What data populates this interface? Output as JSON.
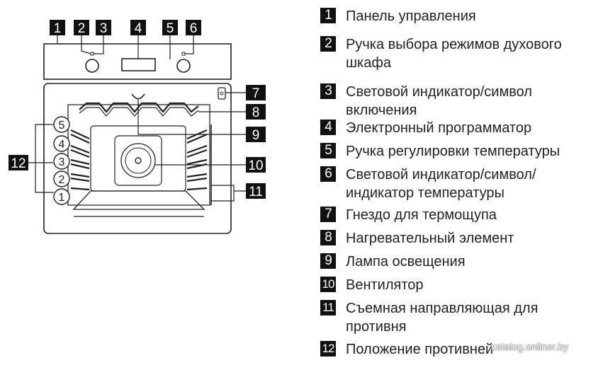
{
  "diagram": {
    "callouts": [
      "1",
      "2",
      "3",
      "4",
      "5",
      "6",
      "7",
      "8",
      "9",
      "10",
      "11",
      "12"
    ],
    "shelf_positions": [
      "5",
      "4",
      "3",
      "2",
      "1"
    ]
  },
  "legend": [
    {
      "num": "1",
      "text": "Панель управления"
    },
    {
      "num": "2",
      "text": "Ручка выбора режимов духового шкафа"
    },
    {
      "num": "3",
      "text": "Световой индикатор/символ включения"
    },
    {
      "num": "4",
      "text": "Электронный программатор"
    },
    {
      "num": "5",
      "text": "Ручка регулировки температуры"
    },
    {
      "num": "6",
      "text": "Световой индикатор/символ/ индикатор температуры"
    },
    {
      "num": "7",
      "text": "Гнездо для термощупа"
    },
    {
      "num": "8",
      "text": "Нагревательный элемент"
    },
    {
      "num": "9",
      "text": "Лампа освещения"
    },
    {
      "num": "10",
      "text": "Вентилятор"
    },
    {
      "num": "11",
      "text": "Съемная направляющая для противня"
    },
    {
      "num": "12",
      "text": "Положение противней"
    }
  ],
  "watermark": "catalog.onliner.by"
}
